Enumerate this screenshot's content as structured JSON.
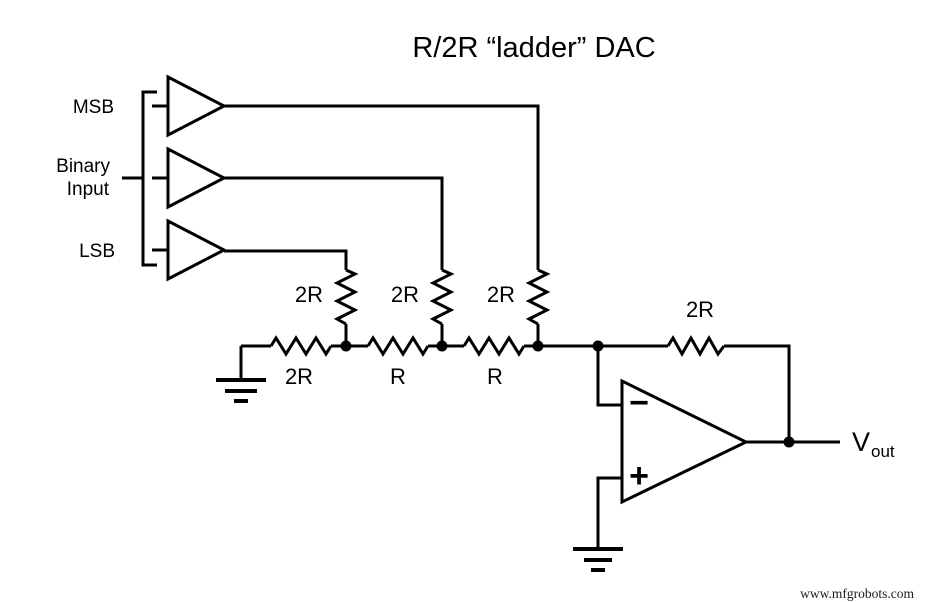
{
  "title": "R/2R “ladder” DAC",
  "watermark": "www.mfgrobots.com",
  "inputs": {
    "msb": "MSB",
    "binary_line1": "Binary",
    "binary_line2": "Input",
    "lsb": "LSB"
  },
  "resistors": {
    "branch": [
      "2R",
      "2R",
      "2R"
    ],
    "ladder": [
      "2R",
      "R",
      "R"
    ],
    "feedback": "2R"
  },
  "opamp": {
    "inverting": "−",
    "noninverting": "+"
  },
  "output": {
    "name": "V",
    "subscript": "out"
  },
  "colors": {
    "stroke": "#000000",
    "background": "#ffffff"
  }
}
